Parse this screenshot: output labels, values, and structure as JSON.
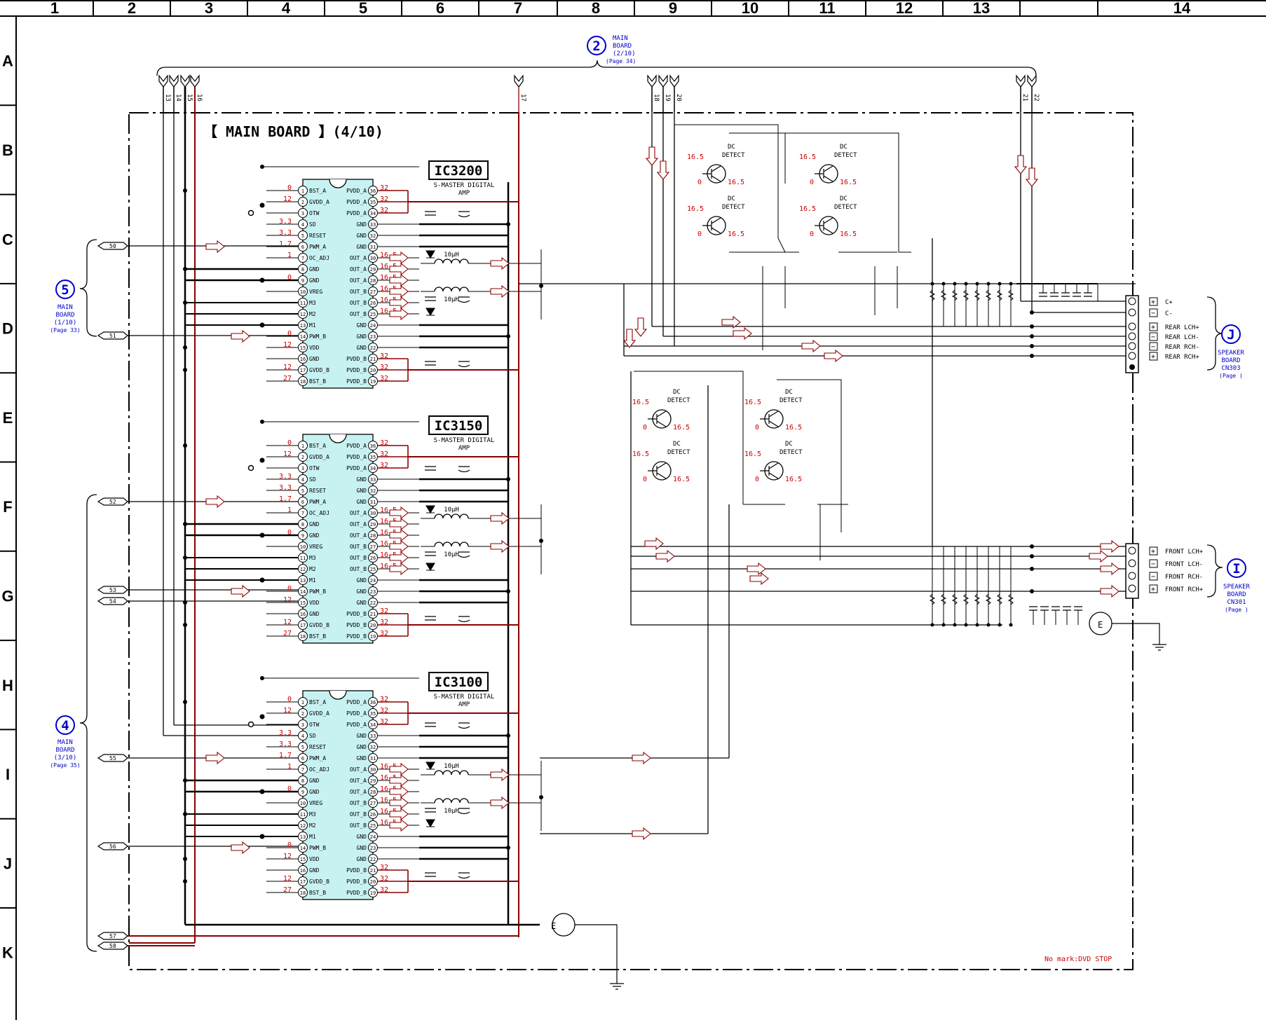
{
  "grid": {
    "columns": [
      "1",
      "2",
      "3",
      "4",
      "5",
      "6",
      "7",
      "8",
      "9",
      "10",
      "11",
      "12",
      "13",
      "14"
    ],
    "rows": [
      "A",
      "B",
      "C",
      "D",
      "E",
      "F",
      "G",
      "H",
      "I",
      "J",
      "K"
    ]
  },
  "title": "【 MAIN BOARD 】(4/10)",
  "note": "No mark:DVD STOP",
  "colors": {
    "wire": "#000000",
    "power": "#8b0000",
    "signal_arrow": "#8b0000",
    "ic_fill": "#c8f2f2",
    "voltage": "#cc0000",
    "ref": "#0000cc"
  },
  "refs": {
    "main2": {
      "num": "2",
      "line1": "MAIN",
      "line2": "BOARD",
      "line3": "(2/10)",
      "page": "(Page 34)"
    },
    "main5": {
      "num": "5",
      "line1": "MAIN",
      "line2": "BOARD",
      "line3": "(1/10)",
      "page": "(Page 33)"
    },
    "main4": {
      "num": "4",
      "line1": "MAIN",
      "line2": "BOARD",
      "line3": "(3/10)",
      "page": "(Page 35)"
    },
    "spkJ": {
      "num": "J",
      "line1": "SPEAKER",
      "line2": "BOARD",
      "line3": "CN303",
      "page": "(Page   )"
    },
    "spkI": {
      "num": "I",
      "line1": "SPEAKER",
      "line2": "BOARD",
      "line3": "CN301",
      "page": "(Page   )"
    }
  },
  "top_connectors": [
    "13",
    "14",
    "15",
    "16",
    "17",
    "18",
    "19",
    "20",
    "21",
    "22"
  ],
  "left_connectors": [
    "50",
    "51",
    "52",
    "53",
    "54",
    "55",
    "56",
    "57",
    "58"
  ],
  "ics": [
    {
      "name": "IC3200",
      "desc1": "S-MASTER DIGITAL",
      "desc2": "AMP"
    },
    {
      "name": "IC3150",
      "desc1": "S-MASTER DIGITAL",
      "desc2": "AMP"
    },
    {
      "name": "IC3100",
      "desc1": "S-MASTER DIGITAL",
      "desc2": "AMP"
    }
  ],
  "ic_left_pins": [
    "BST_A",
    "GVDD_A",
    "OTW",
    "SD",
    "RESET",
    "PWM_A",
    "OC_ADJ",
    "GND",
    "GND",
    "VREG",
    "M3",
    "M2",
    "M1",
    "PWM_B",
    "VDD",
    "GND",
    "GVDD_B",
    "BST_B"
  ],
  "ic_right_pins": [
    "PVDD_A",
    "PVDD_A",
    "PVDD_A",
    "GND",
    "GND",
    "GND",
    "OUT_A",
    "OUT_A",
    "OUT_A",
    "OUT_B",
    "OUT_B",
    "OUT_B",
    "GND",
    "GND",
    "GND",
    "PVDD_B",
    "PVDD_B",
    "PVDD_B"
  ],
  "ic_left_volts": [
    "0",
    "12",
    "",
    "3.3",
    "3.3",
    "1.7",
    "1",
    "",
    "0",
    "",
    "",
    "",
    "",
    "0",
    "12",
    "",
    "12",
    "27"
  ],
  "ic_right_volts": [
    "32",
    "32",
    "32",
    "",
    "",
    "",
    "16.5",
    "16.5",
    "16.5",
    "16.5",
    "16.5",
    "16.5",
    "",
    "",
    "",
    "32",
    "32",
    "32"
  ],
  "inductor": "10μH",
  "dc_detect": {
    "label1": "DC",
    "label2": "DETECT",
    "v_hi": "16.5",
    "v_lo": "0"
  },
  "conn_J": [
    "C+",
    "C-",
    "REAR LCH+",
    "REAR LCH-",
    "REAR RCH-",
    "REAR RCH+"
  ],
  "conn_I": [
    "FRONT LCH+",
    "FRONT LCH-",
    "FRONT RCH-",
    "FRONT RCH+"
  ],
  "ground_label": "E"
}
